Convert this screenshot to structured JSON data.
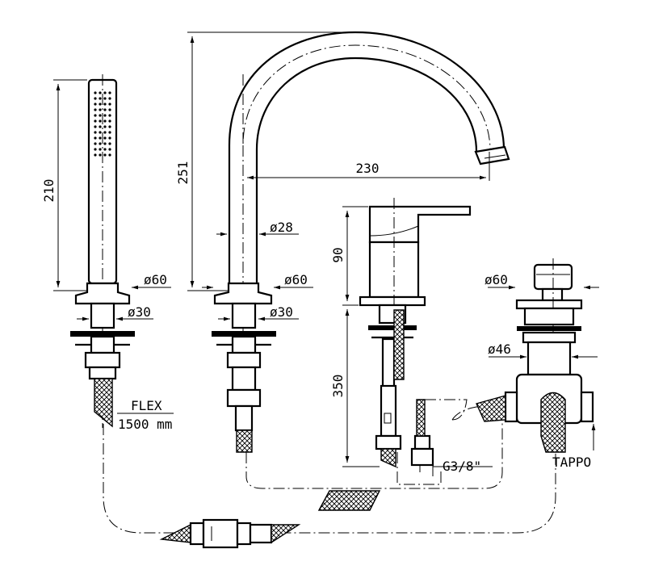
{
  "dimensions": {
    "hand_shower_length": "210",
    "spout_height": "251",
    "spout_reach": "230",
    "spout_diameter": "ø28",
    "hand_shower_flange": "ø60",
    "spout_flange": "ø60",
    "diverter_flange": "ø60",
    "hand_shower_shank": "ø30",
    "spout_shank": "ø30",
    "diverter_body": "ø46",
    "mixer_height": "90",
    "mixer_hose_length": "350",
    "connection_thread": "G3/8\""
  },
  "labels": {
    "flex": "FLEX",
    "flex_length": "1500 mm",
    "cap": "TAPPO"
  }
}
